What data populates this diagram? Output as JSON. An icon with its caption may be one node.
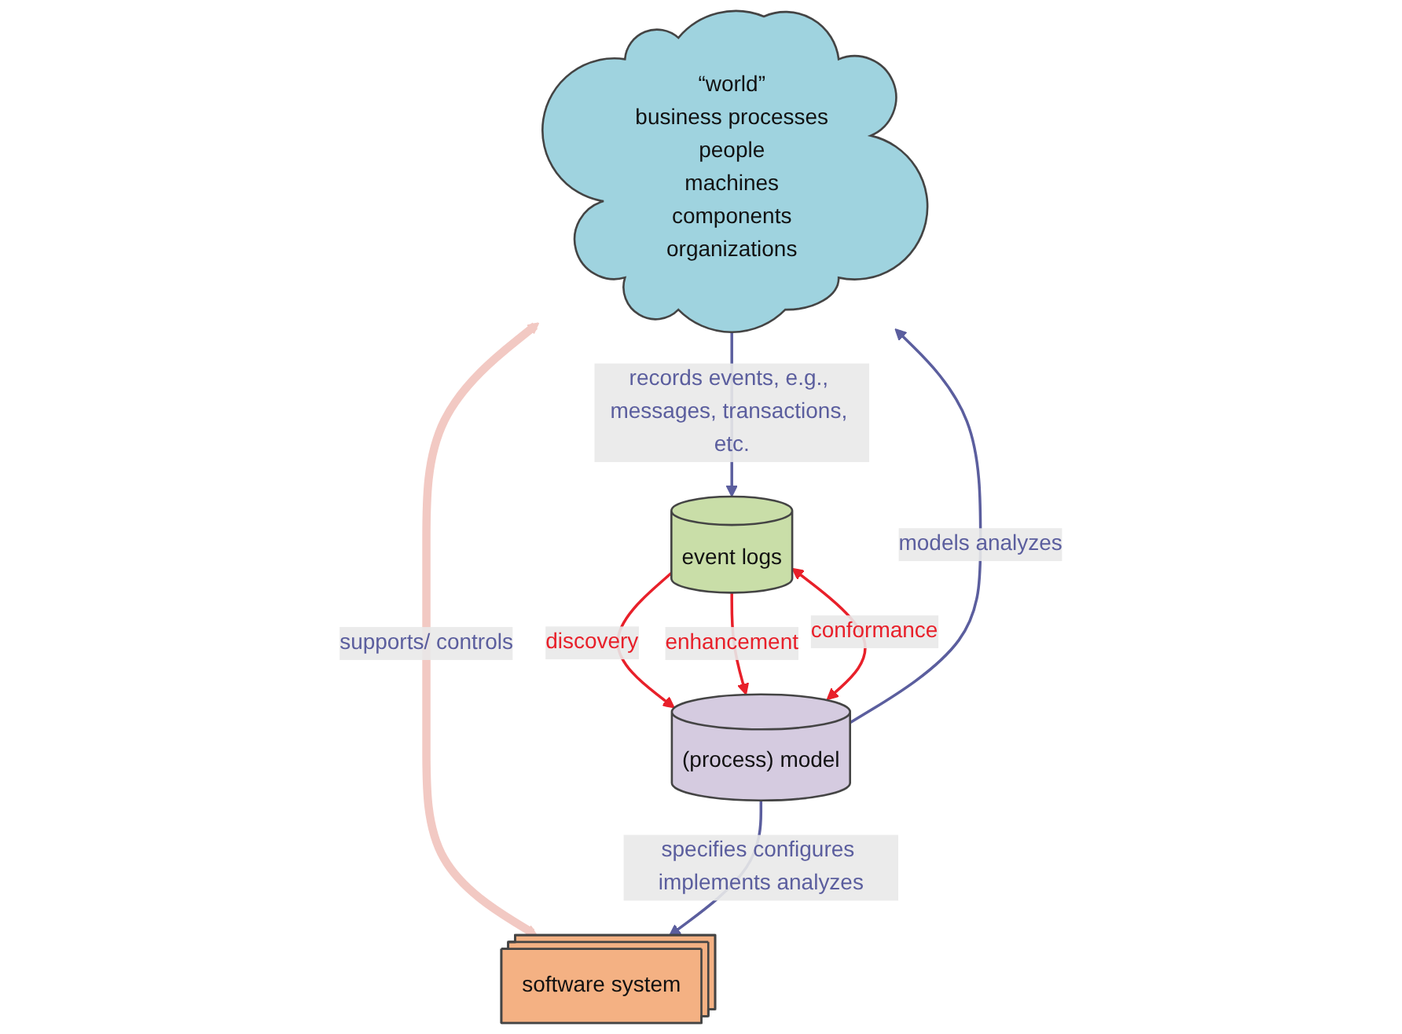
{
  "diagram": {
    "nodes": [
      {
        "text": [
          "“world”",
          "business processes",
          "people",
          "machines",
          "components",
          "organizations"
        ]
      },
      {
        "text": [
          "software system"
        ]
      },
      {
        "text": [
          "(process) model"
        ]
      },
      {
        "text": [
          "event logs"
        ]
      }
    ],
    "edges": [
      {
        "from": 0,
        "to": 1,
        "arrow": "both",
        "label": "supports/ controls",
        "style": "thick",
        "color": "#f2c9c3"
      },
      {
        "from": 2,
        "to": 0,
        "arrow": "to",
        "label": "models analyzes"
      },
      {
        "from": 2,
        "to": 1,
        "arrow": "to",
        "label": "specifies configures implements analyzes"
      },
      {
        "from": 0,
        "to": 3,
        "arrow": "to",
        "label": "records events, e.g., messages, transactions, etc."
      },
      {
        "from": 3,
        "to": 2,
        "arrow": "to",
        "label": "discovery",
        "color": "#e8202a"
      },
      {
        "from": 2,
        "to": 3,
        "arrow": "both",
        "label": "conformance",
        "color": "#e8202a"
      },
      {
        "from": 3,
        "to": 2,
        "arrow": "to",
        "label": "enhancement",
        "color": "#e8202a"
      }
    ]
  }
}
